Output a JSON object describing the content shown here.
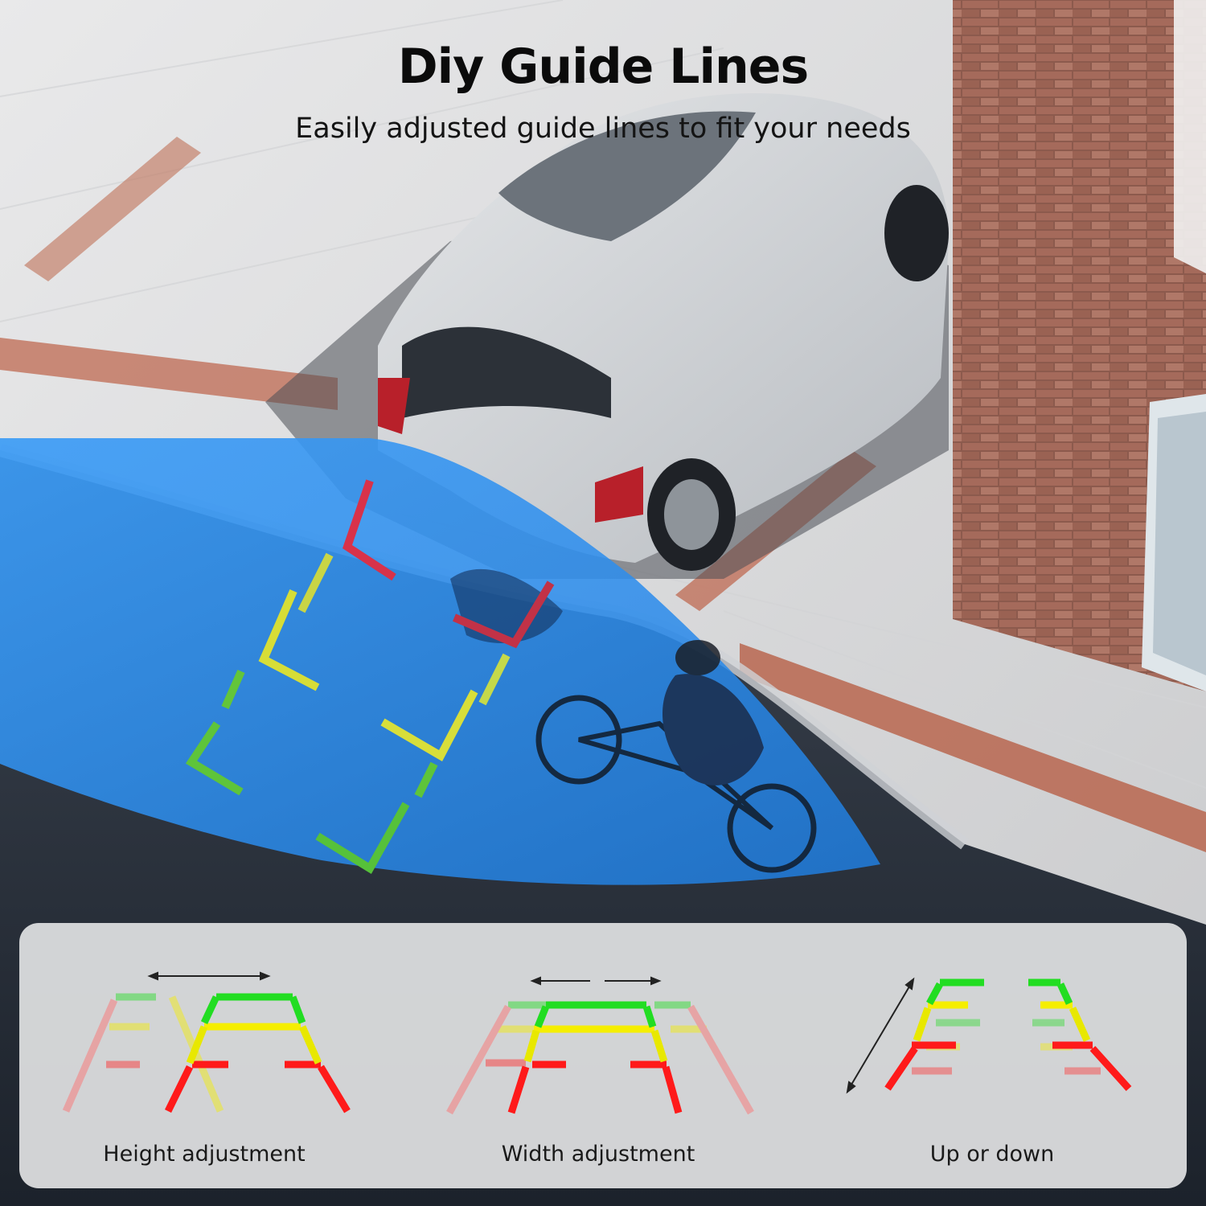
{
  "title": "Diy Guide Lines",
  "subtitle": "Easily adjusted guide lines to fit your needs",
  "captions": {
    "height": "Height adjustment",
    "width": "Width adjustment",
    "updown": "Up or down"
  },
  "colors": {
    "camera_zone": "#2a8ff0",
    "guide_red": "#ff1a1a",
    "guide_yellow": "#f5ee00",
    "guide_green": "#22dd22",
    "panel_bg": "#e1e2e3"
  },
  "icons": [
    "double-arrow-icon"
  ]
}
